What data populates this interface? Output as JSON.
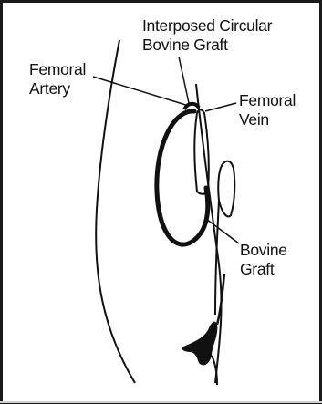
{
  "labels": {
    "graft_title_line1": "Interposed Circular",
    "graft_title_line2": "Bovine Graft",
    "artery_line1": "Femoral",
    "artery_line2": "Artery",
    "vein_line1": "Femoral",
    "vein_line2": "Vein",
    "bovine_line1": "Bovine",
    "bovine_line2": "Graft"
  },
  "colors": {
    "ink": "#111111",
    "frame": "#1a1a1a",
    "background": "#ffffff"
  }
}
